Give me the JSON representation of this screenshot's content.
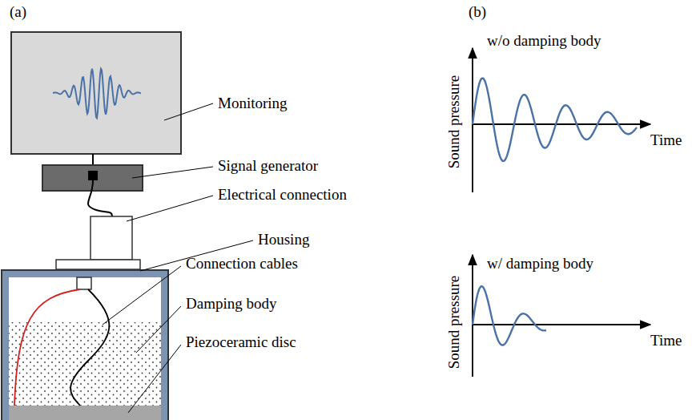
{
  "diagram": {
    "labels": [
      "(a)",
      "(b)",
      "Monitoring",
      "Signal generator",
      "Electrical connection",
      "Housing",
      "Connection cables",
      "Damping body",
      "Piezoceramic disc",
      "Sound pressure",
      "w/o damping body",
      "Time",
      "Sound pressure",
      "w/ damping body",
      "Time"
    ]
  }
}
